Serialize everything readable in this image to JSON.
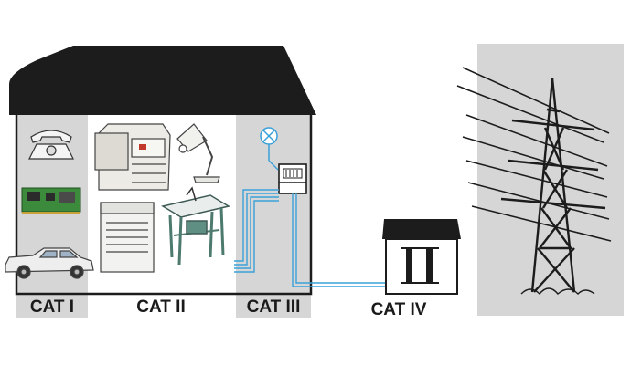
{
  "categories": [
    {
      "id": "cat1",
      "label": "CAT I",
      "items": [
        "telephone",
        "circuit-board",
        "car"
      ]
    },
    {
      "id": "cat2",
      "label": "CAT II",
      "items": [
        "photocopier",
        "desk-lamp",
        "dishwasher",
        "table-saw"
      ]
    },
    {
      "id": "cat3",
      "label": "CAT III",
      "items": [
        "light-fixture",
        "distribution-panel"
      ]
    },
    {
      "id": "cat4",
      "label": "CAT IV",
      "items": [
        "utility-meter"
      ]
    }
  ],
  "colors": {
    "roof": "#1c1c1c",
    "wall_outline": "#1c1c1c",
    "panel_gray": "#d6d6d6",
    "wiring": "#3aa0d8",
    "background": "#ffffff"
  },
  "icons": [
    "telephone-icon",
    "circuit-board-icon",
    "car-icon",
    "photocopier-icon",
    "desk-lamp-icon",
    "dishwasher-icon",
    "table-saw-icon",
    "light-fixture-icon",
    "distribution-panel-icon",
    "meter-box-icon",
    "power-pylon-icon"
  ]
}
